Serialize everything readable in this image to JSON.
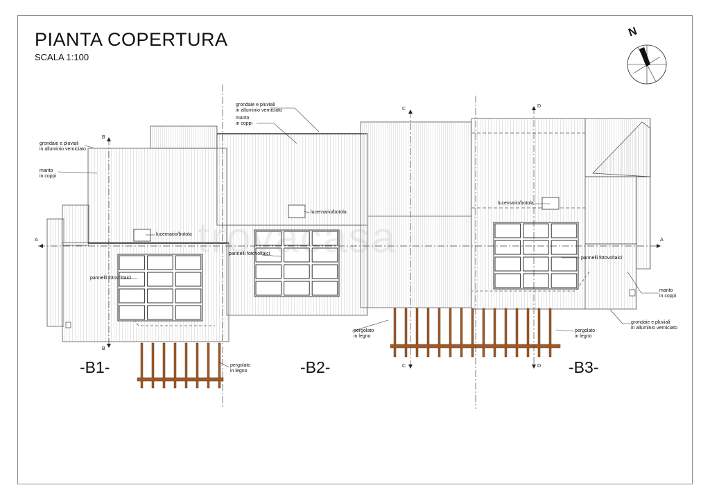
{
  "drawing": {
    "title": "PIANTA COPERTURA",
    "scale": "SCALA 1:100",
    "north": "N",
    "watermark": "trovacasa"
  },
  "units": [
    "-B1-",
    "-B2-",
    "-B3-"
  ],
  "sections": {
    "a_left": "A",
    "a_right": "A",
    "b_top": "B",
    "b_bottom": "B",
    "c_top": "C",
    "c_bottom": "C",
    "d_top": "D",
    "d_bottom": "D"
  },
  "notes": {
    "grondaie_b1": [
      "grondaie e pluviali",
      "in alluminio verniciato"
    ],
    "manto_b1": [
      "manto",
      "in coppi"
    ],
    "lucernario_b1": "lucernario/botola",
    "pannelli_b1": "pannelli fotovoltaici",
    "pergolato_b1": [
      "pergolato",
      "in legno"
    ],
    "grondaie_b2": [
      "grondaie e pluviali",
      "in alluminio verniciato"
    ],
    "manto_b2": [
      "manto",
      "in coppi"
    ],
    "lucernario_b2": "lucernario/botola",
    "pannelli_b2": "pannelli fotovoltaici",
    "lucernario_b3": "lucernario/botola",
    "pannelli_b3": "pannelli fotovoltaici",
    "manto_b3": [
      "manto",
      "in coppi"
    ],
    "grondaie_b3": [
      "grondaie e pluviali",
      "in alluminio verniciato"
    ],
    "pergolato_b2": [
      "pergolato",
      "in legno"
    ],
    "pergolato_b3": [
      "pergolato",
      "in legno"
    ]
  },
  "colors": {
    "roof_line": "#555555",
    "hatch": "#c8c8c8",
    "timber": "#9c5a2a",
    "axis": "#444444"
  }
}
